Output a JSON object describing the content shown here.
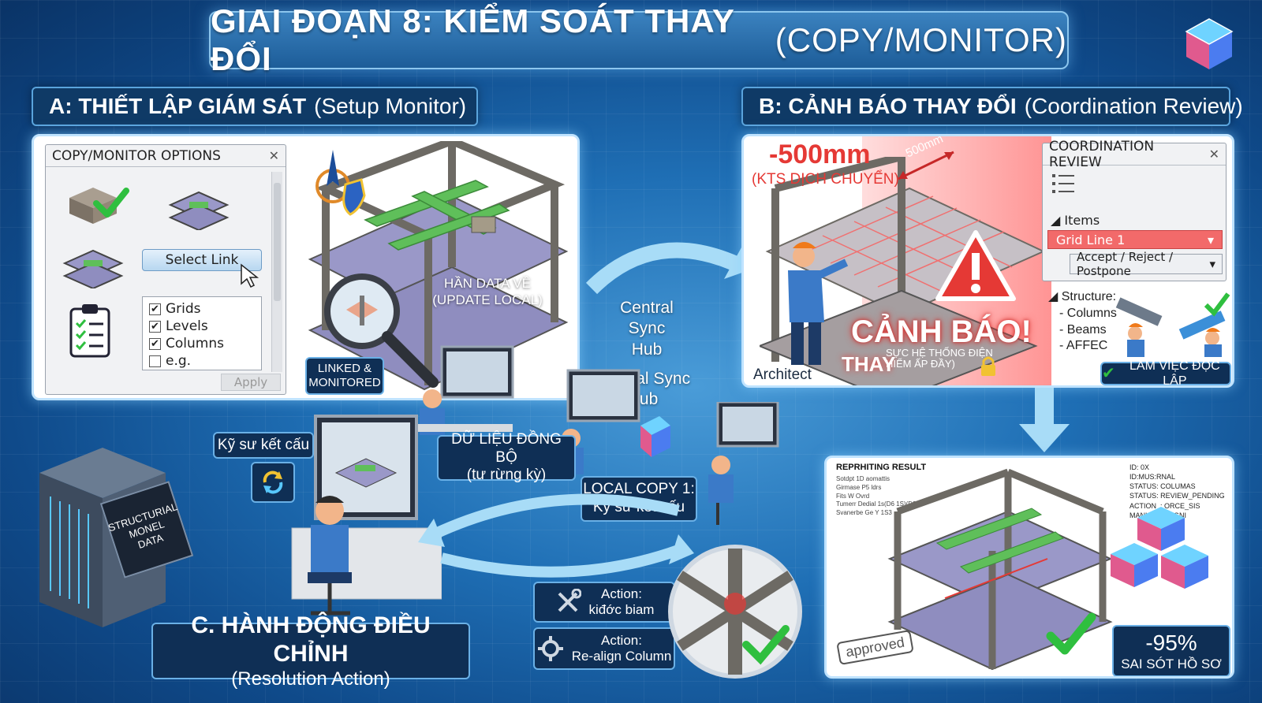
{
  "title": {
    "main": "GIAI ĐOẠN 8: KIỂM SOÁT THAY ĐỔI",
    "sub": "(COPY/MONITOR)"
  },
  "section_a": {
    "header_bold": "A: THIẾT LẬP GIÁM SÁT",
    "header_light": "(Setup Monitor)",
    "dialog": {
      "title": "COPY/MONITOR OPTIONS",
      "select_link": "Select Link",
      "checkboxes": [
        {
          "label": "Grids",
          "checked": true
        },
        {
          "label": "Levels",
          "checked": true
        },
        {
          "label": "Columns",
          "checked": true
        },
        {
          "label": "e.g.",
          "checked": false
        }
      ],
      "apply": "Apply"
    },
    "han_data": "HẦN DATA VỀ\n(UPDATE LOCAL)",
    "central_sync_1": "Central Sync\nHub",
    "linked_label": "LINKED &\nMONITORED"
  },
  "section_b": {
    "header_bold": "B: CẢNH BÁO THAY ĐỔI",
    "header_light": "(Coordination Review)",
    "offset_value": "-500mm",
    "offset_note": "(KTS DỊCH CHUYỂN)",
    "dimension_label": "500mm",
    "architect": "Architect",
    "warning_title": "CẢNH BÁO!",
    "warning_sub": "THAY",
    "warning_small": "SỰC HỆ THỐNG ĐIỆN\nHIỂM ẤP ĐẦY)",
    "review": {
      "title": "COORDINATION REVIEW",
      "items_label": "Items",
      "selected_row": "Grid Line 1",
      "action_dropdown": "Accept / Reject / Postpone",
      "tree_label": "Structure:",
      "tree_children": [
        "- Columns",
        "- Beams",
        "- AFFEC"
      ]
    },
    "work_independent": "LÀM VIỆC ĐỘC LẬP"
  },
  "middle": {
    "central_sync_2": "Central Sync\nHub",
    "ky_su": "Kỹ sư kết cấu",
    "du_lieu": "DỮ LIỆU ĐỒNG BỘ\n(tư rừng kỳ)",
    "local_copy": "LOCAL COPY 1:\nKỹ sư kết cấu",
    "server_label": "STRUCTURIAL\nMONEL\nDATA"
  },
  "section_c": {
    "header_bold": "C. HÀNH ĐỘNG ĐIỀU CHỈNH",
    "header_light": "(Resolution Action)",
    "action1": "Action:\nkiđớc biam",
    "action2": "Action:\nRe-align Column"
  },
  "result": {
    "heading": "REPRHITING RESULT",
    "left_lines": [
      "Sotdpt 1D aomattis",
      "Girmase P5 ldrs",
      "Fits W Ovrd",
      "Tumerr Dedial 1s(D6 1S)(D20",
      "Svanerbe Ge Y 1S3"
    ],
    "right_lines": [
      "ID: 0X",
      "ID:MUS:RNAL",
      "STATUS: COLUMAS",
      "STATUS: REVIEW_PENDING",
      "ACTION_: ORCE_SIS MANUAL_ALIGNI"
    ],
    "stamp": "approved",
    "metric_value": "-95%",
    "metric_label": "SAI SÓT HỒ SƠ"
  },
  "colors": {
    "accent": "#1f6fb5",
    "alert": "#e53935",
    "ok": "#2fbf3f"
  }
}
